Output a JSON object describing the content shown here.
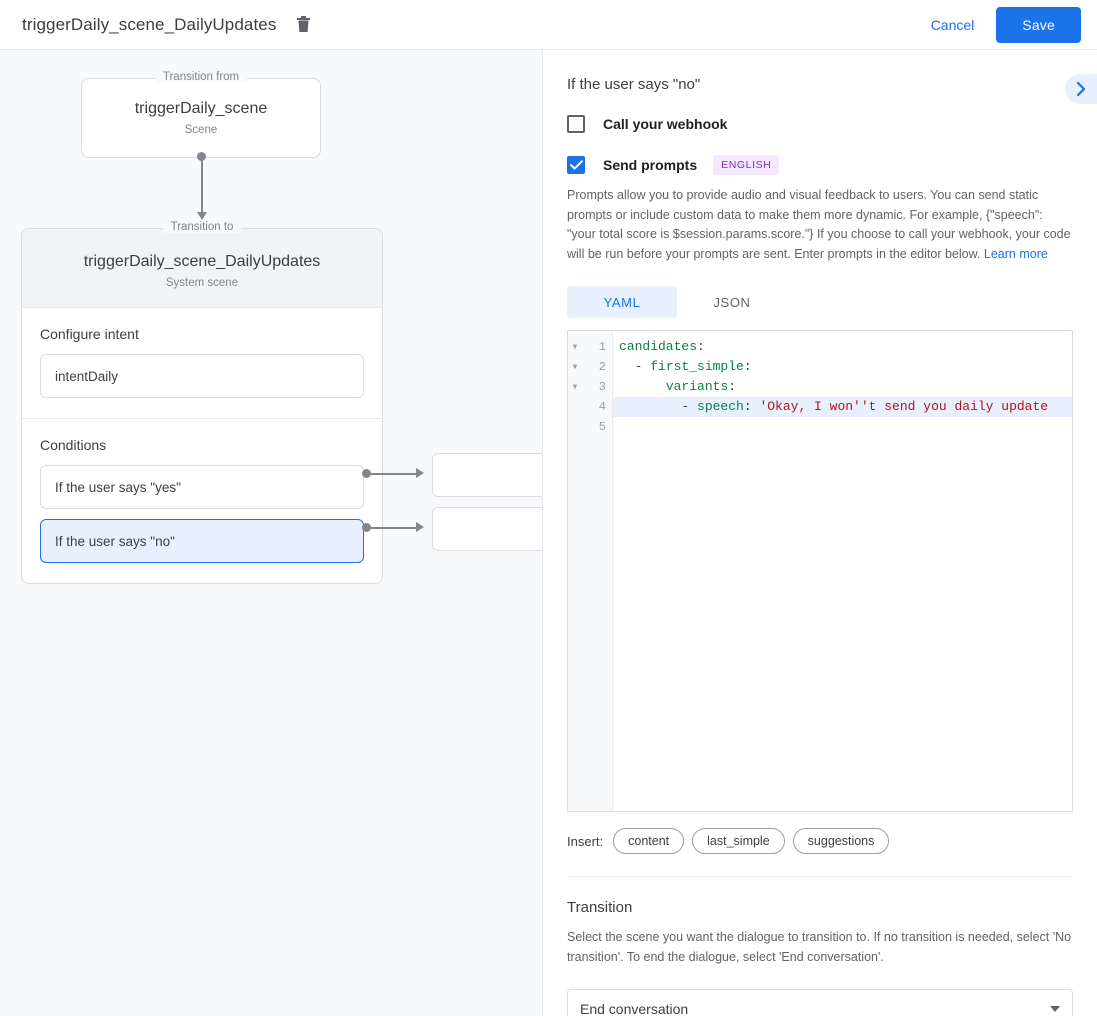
{
  "topbar": {
    "title": "triggerDaily_scene_DailyUpdates",
    "delete_icon": "trash-icon",
    "cancel_label": "Cancel",
    "save_label": "Save"
  },
  "canvas": {
    "from": {
      "legend": "Transition from",
      "title": "triggerDaily_scene",
      "subtitle": "Scene"
    },
    "to": {
      "legend": "Transition to",
      "title": "triggerDaily_scene_DailyUpdates",
      "subtitle": "System scene"
    },
    "intent_section": {
      "label": "Configure intent",
      "value": "intentDaily"
    },
    "conditions_section": {
      "label": "Conditions",
      "items": [
        {
          "label": "If the user says \"yes\"",
          "selected": false
        },
        {
          "label": "If the user says \"no\"",
          "selected": true
        }
      ]
    }
  },
  "panel": {
    "title": "If the user says \"no\"",
    "collapse_icon": "chevron-right-icon",
    "webhook": {
      "label": "Call your webhook",
      "checked": false
    },
    "prompts": {
      "label": "Send prompts",
      "checked": true,
      "language_badge": "ENGLISH",
      "description": "Prompts allow you to provide audio and visual feedback to users. You can send static prompts or include custom data to make them more dynamic. For example, {\"speech\": \"your total score is $session.params.score.\"} If you choose to call your webhook, your code will be run before your prompts are sent. Enter prompts in the editor below. ",
      "learn_more": "Learn more"
    },
    "tabs": [
      {
        "label": "YAML",
        "active": true
      },
      {
        "label": "JSON",
        "active": false
      }
    ],
    "editor": {
      "lines": [
        {
          "num": "1",
          "fold": true,
          "highlight": false,
          "tokens": [
            {
              "t": "candidates",
              "c": "key"
            },
            {
              "t": ":",
              "c": "punc"
            }
          ]
        },
        {
          "num": "2",
          "fold": true,
          "highlight": false,
          "tokens": [
            {
              "t": "  - ",
              "c": "punc"
            },
            {
              "t": "first_simple",
              "c": "key"
            },
            {
              "t": ":",
              "c": "punc"
            }
          ]
        },
        {
          "num": "3",
          "fold": true,
          "highlight": false,
          "tokens": [
            {
              "t": "      ",
              "c": "punc"
            },
            {
              "t": "variants",
              "c": "key"
            },
            {
              "t": ":",
              "c": "punc"
            }
          ]
        },
        {
          "num": "4",
          "fold": false,
          "highlight": true,
          "tokens": [
            {
              "t": "        - ",
              "c": "punc"
            },
            {
              "t": "speech",
              "c": "key"
            },
            {
              "t": ": ",
              "c": "punc"
            },
            {
              "t": "'Okay, I won''t send you daily update",
              "c": "str"
            }
          ]
        },
        {
          "num": "5",
          "fold": false,
          "highlight": false,
          "tokens": []
        }
      ]
    },
    "insert": {
      "label": "Insert:",
      "chips": [
        "content",
        "last_simple",
        "suggestions"
      ]
    },
    "transition": {
      "title": "Transition",
      "description": "Select the scene you want the dialogue to transition to. If no transition is needed, select 'No transition'. To end the dialogue, select 'End conversation'.",
      "selected": "End conversation"
    }
  },
  "colors": {
    "accent": "#1a73e8",
    "accent_bg": "#e8f0fe",
    "badge_bg": "#f3e8fd",
    "badge_fg": "#8430ce",
    "canvas_bg": "#f8f9fa",
    "border": "#dadce0",
    "text": "#3c4043",
    "muted": "#5f6368",
    "yaml_key": "#0b8043",
    "yaml_string": "#b31412"
  }
}
